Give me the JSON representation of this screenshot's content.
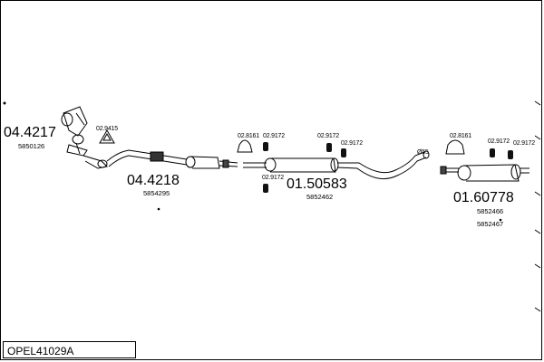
{
  "assembly_code": "OPEL41029A",
  "parts": [
    {
      "number": "04.4217",
      "oe": "5850126"
    },
    {
      "number": "04.4218",
      "oe": "5854295"
    },
    {
      "number": "01.50583",
      "oe": "5852462"
    },
    {
      "number": "01.60778",
      "oe": "5852466",
      "oe2": "5852467"
    }
  ],
  "accessories": {
    "a1": "02.9415",
    "a2": "02.8161",
    "a3": "02.9172",
    "a4": "02.9172",
    "a5": "02.9172",
    "a6": "02.9172",
    "a7": "02.8161",
    "a8": "02.9172",
    "a9": "02.9172"
  },
  "pipe_size": "Ø55"
}
